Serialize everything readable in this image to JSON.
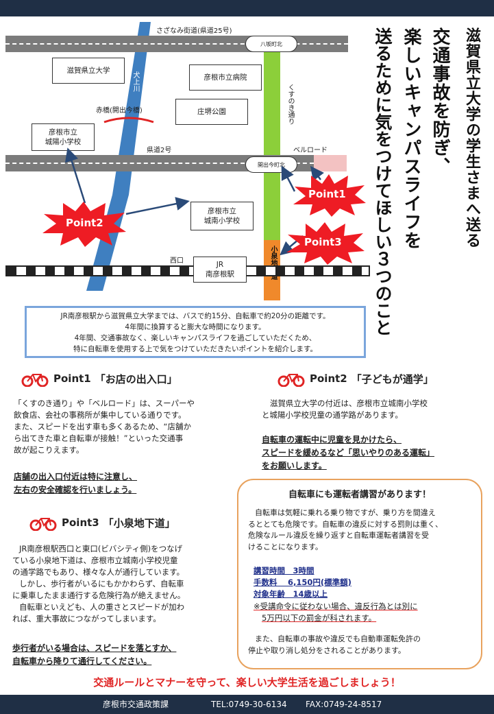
{
  "map": {
    "road_top_label": "さざなみ街道(県道25号)",
    "road_mid_label": "県道2号",
    "bell_road": "ベルロード",
    "nishiguchi": "西口",
    "inukami_river": "犬上川",
    "akashi_bridge": "赤橋(開出今橋)",
    "kusunoki_street": "くすのき通り",
    "koizumi_underpass": "小泉地下道",
    "signal_hassaka": "八坂町北",
    "signal_kaide": "開出今町北",
    "univ": "滋賀県立大学",
    "hospital": "彦根市立病院",
    "park": "庄堺公園",
    "jyoyo_school_1": "彦根市立",
    "jyoyo_school_2": "城陽小学校",
    "jonan_school_1": "彦根市立",
    "jonan_school_2": "城南小学校",
    "station_1": "JR",
    "station_2": "南彦根駅",
    "point1": "Point1",
    "point2": "Point2",
    "point3": "Point3"
  },
  "title": {
    "line1": "滋賀県立大学の学生さまへ送る",
    "line2": "交通事故を防ぎ、",
    "line3": "楽しいキャンパスライフを",
    "line4": "送るために気をつけてほしい３つのこと"
  },
  "info": {
    "l1": "JR南彦根駅から滋賀県立大学までは、バスで約15分、自転車で約20分の距離です。",
    "l2": "4年間に換算すると膨大な時間になります。",
    "l3": "4年間、交通事故なく、楽しいキャンパスライフを過ごしていただくため、",
    "l4": "特に自転車を使用する上で気をつけていただきたいポイントを紹介します。"
  },
  "p1": {
    "label": "Point1",
    "heading": "「お店の出入口」",
    "t1": "「くすのき通り」や「ベルロード」は、スーパーや",
    "t2": "飲食店、会社の事務所が集中している通りです。",
    "t3": "また、スピードを出す車も多くあるため、“店舗か",
    "t4": "ら出てきた車と自転車が接触！”といった交通事",
    "t5": "故が起こりえます。",
    "e1": "店舗の出入口付近は特に注意し、",
    "e2": "左右の安全確認を行いましょう。"
  },
  "p2": {
    "label": "Point2",
    "heading": "「子どもが通学」",
    "t1": "滋賀県立大学の付近は、彦根市立城南小学校",
    "t2": "と城陽小学校児童の通学路があります。",
    "e1": "自転車の運転中に児童を見かけたら、",
    "e2": "スピードを緩めるなど「思いやりのある運転」",
    "e3": "をお願いします。"
  },
  "p3": {
    "label": "Point3",
    "heading": "「小泉地下道」",
    "t1": "JR南彦根駅西口と東口(ビバシティ側)をつなげ",
    "t2": "ている小泉地下道は、彦根市立城南小学校児童",
    "t3": "の通学路でもあり、様々な人が通行しています。",
    "t4": "しかし、歩行者がいるにもかかわらず、自転車",
    "t5": "に乗車したまま通行する危険行為が絶えません。",
    "t6": "自転車といえども、人の重さとスピードが加わ",
    "t7": "れば、重大事故につながってしまいます。",
    "e1": "歩行者がいる場合は、スピードを落とすか、",
    "e2": "自転車から降りて通行してください。"
  },
  "lecture": {
    "title": "自転車にも運転者講習があります！",
    "t1": "自転車は気軽に乗れる乗り物ですが、乗り方を間違え",
    "t2": "るととても危険です。自転車の違反に対する罰則は重く、",
    "t3": "危険なルール違反を繰り返すと自転車運転者講習を受",
    "t4": "けることになります。",
    "d1": "講習時間　3時間",
    "d2": "手数料　 6,150円(標準額)",
    "d3": "対象年齢　14歳以上",
    "n1": "※受講命令に従わない場合、違反行為とは別に",
    "n2": "5万円以下の罰金が科されます。",
    "f1": "また、自転車の事故や違反でも自動車運転免許の",
    "f2": "停止や取り消し処分をされることがあります。"
  },
  "slogan": "交通ルールとマナーを守って、楽しい大学生活を過ごしましょう！",
  "footer": {
    "org": "彦根市交通政策課",
    "tel": "TEL:0749-30-6134",
    "fax": "FAX:0749-24-8517"
  },
  "colors": {
    "navy": "#1f2f45",
    "river": "#3f7fc0",
    "kusunoki": "#8ccf3a",
    "underpass": "#f0892b",
    "burst": "#ee1c24",
    "info_border": "#7aa5dc",
    "lecture_border": "#e8a25d",
    "slogan": "#e02424"
  }
}
